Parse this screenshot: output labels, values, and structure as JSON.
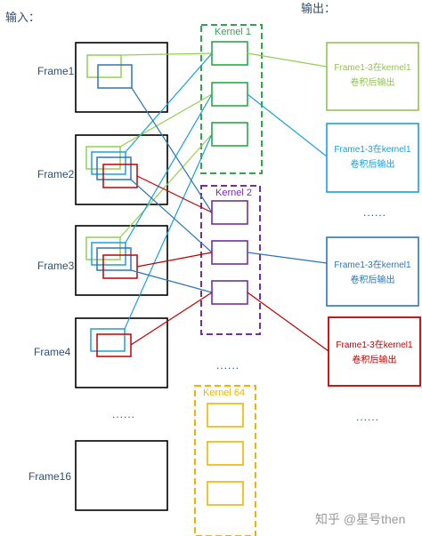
{
  "header": {
    "input_label": "输入：",
    "output_label": "输出："
  },
  "frames": [
    {
      "label": "Frame1"
    },
    {
      "label": "Frame2"
    },
    {
      "label": "Frame3"
    },
    {
      "label": "Frame4"
    },
    {
      "label": "Frame16"
    }
  ],
  "frame_ellipsis": "......",
  "kernels": [
    {
      "label": "Kernel 1",
      "color": "#2aa84a"
    },
    {
      "label": "Kernel 2",
      "color": "#7030a0"
    },
    {
      "label": "Kernel 64",
      "color": "#f0b400"
    }
  ],
  "kernel_ellipsis": "......",
  "outputs": [
    {
      "line1": "Frame1-3在kernel1",
      "line2": "卷积后输出",
      "color": "#92c353"
    },
    {
      "line1": "Frame1-3在kernel1",
      "line2": "卷积后输出",
      "color": "#1aa0d8"
    },
    {
      "line1": "Frame1-3在kernel1",
      "line2": "卷积后输出",
      "color": "#2e75b6"
    },
    {
      "line1": "Frame1-3在kernel1",
      "line2": "卷积后输出",
      "color": "#c00000"
    }
  ],
  "output_ellipsis_top": "......",
  "output_ellipsis_bottom": "......",
  "window_colors": {
    "light_green": "#92d050",
    "cyan": "#1aa0d8",
    "blue": "#2e75b6",
    "red": "#c00000"
  },
  "watermark": "知乎 @星号then"
}
